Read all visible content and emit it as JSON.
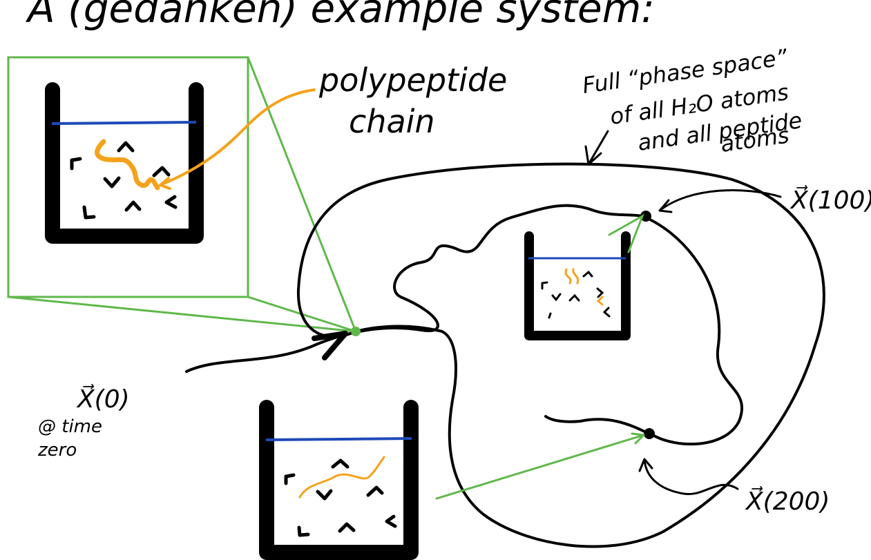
{
  "title": "A (gedanken) example system:",
  "polypeptide_label": [
    "polypeptide",
    "chain"
  ],
  "phase_space_label": [
    "Full “phase space”",
    "of all H₂O atoms",
    "and all peptide",
    "atoms"
  ],
  "x0_label": "X⃗(0)",
  "time_zero_label": [
    "@ time",
    "zero"
  ],
  "x100_label": "X⃗(100)",
  "x200_label": "X⃗(200)",
  "colors": {
    "ink": "#000000",
    "orange": "#f5a21a",
    "green": "#5fb84a",
    "blue": "#1e4ab8"
  }
}
